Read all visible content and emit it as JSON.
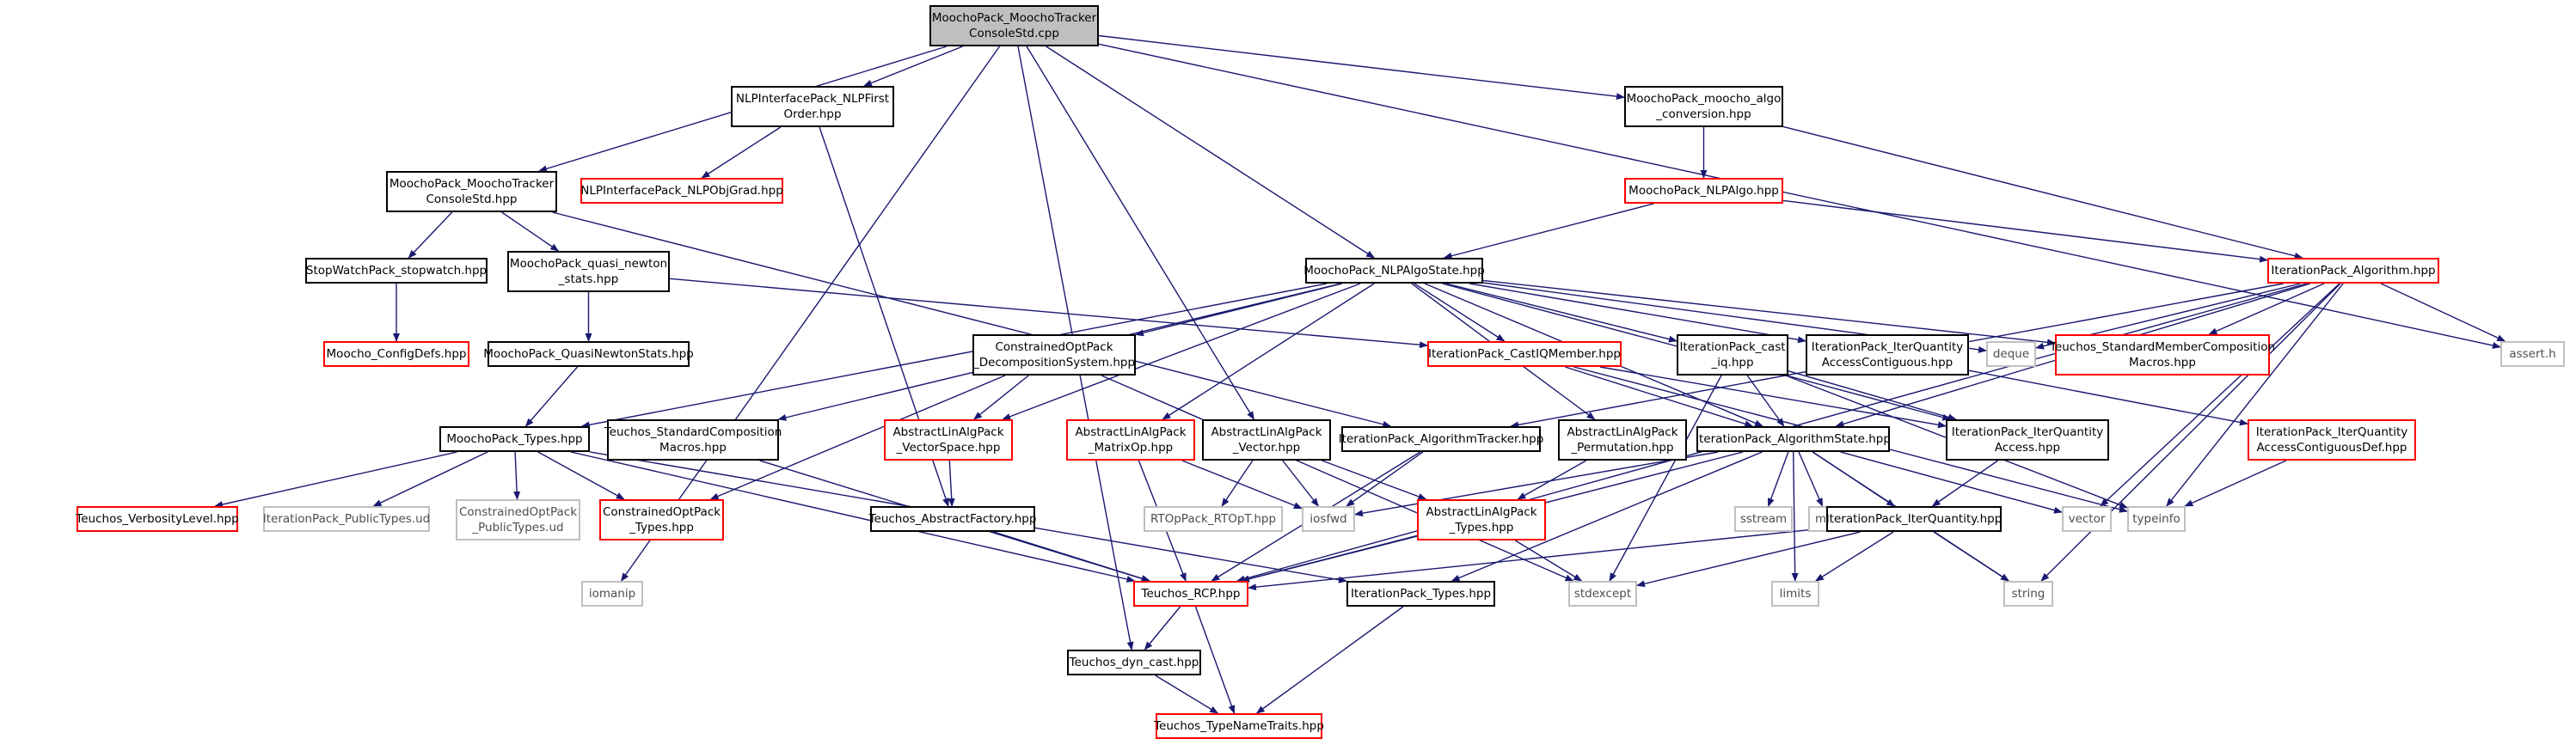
{
  "colors": {
    "edge": "#191970",
    "node_border": "#000000",
    "undocumented_border": "#ff0000",
    "system_border": "#bfbfbf",
    "root_fill": "#bfbfbf"
  },
  "nodes": {
    "root": {
      "lines": [
        "MoochoPack_MoochoTracker",
        "ConsoleStd.cpp"
      ]
    },
    "nlp_first_order": {
      "lines": [
        "NLPInterfacePack_NLPFirst",
        "Order.hpp"
      ]
    },
    "moocho_algo_conv": {
      "lines": [
        "MoochoPack_moocho_algo",
        "_conversion.hpp"
      ]
    },
    "tracker_hpp": {
      "lines": [
        "MoochoPack_MoochoTracker",
        "ConsoleStd.hpp"
      ]
    },
    "nlp_objgrad": {
      "lines": [
        "NLPInterfacePack_NLPObjGrad.hpp"
      ]
    },
    "nlp_algo": {
      "lines": [
        "MoochoPack_NLPAlgo.hpp"
      ]
    },
    "stopwatch": {
      "lines": [
        "StopWatchPack_stopwatch.hpp"
      ]
    },
    "quasi_newton_stats": {
      "lines": [
        "MoochoPack_quasi_newton",
        "_stats.hpp"
      ]
    },
    "nlp_algo_state": {
      "lines": [
        "MoochoPack_NLPAlgoState.hpp"
      ]
    },
    "iter_algorithm": {
      "lines": [
        "IterationPack_Algorithm.hpp"
      ]
    },
    "config_defs": {
      "lines": [
        "Moocho_ConfigDefs.hpp"
      ]
    },
    "quasi_newton_stats_cls": {
      "lines": [
        "MoochoPack_QuasiNewtonStats.hpp"
      ]
    },
    "constrained_decomp": {
      "lines": [
        "ConstrainedOptPack",
        "_DecompositionSystem.hpp"
      ]
    },
    "cast_iq_member": {
      "lines": [
        "IterationPack_CastIQMember.hpp"
      ]
    },
    "cast_iq": {
      "lines": [
        "IterationPack_cast",
        "_iq.hpp"
      ]
    },
    "iq_access_contig": {
      "lines": [
        "IterationPack_IterQuantity",
        "AccessContiguous.hpp"
      ]
    },
    "deque": {
      "lines": [
        "deque"
      ]
    },
    "std_member_comp": {
      "lines": [
        "Teuchos_StandardMemberComposition",
        "Macros.hpp"
      ]
    },
    "assert_h": {
      "lines": [
        "assert.h"
      ]
    },
    "moocho_types": {
      "lines": [
        "MoochoPack_Types.hpp"
      ]
    },
    "std_comp_macros": {
      "lines": [
        "Teuchos_StandardComposition",
        "Macros.hpp"
      ]
    },
    "vector_space": {
      "lines": [
        "AbstractLinAlgPack",
        "_VectorSpace.hpp"
      ]
    },
    "matrix_op": {
      "lines": [
        "AbstractLinAlgPack",
        "_MatrixOp.hpp"
      ]
    },
    "alap_vector": {
      "lines": [
        "AbstractLinAlgPack",
        "_Vector.hpp"
      ]
    },
    "algorithm_tracker": {
      "lines": [
        "IterationPack_AlgorithmTracker.hpp"
      ]
    },
    "alap_permutation": {
      "lines": [
        "AbstractLinAlgPack",
        "_Permutation.hpp"
      ]
    },
    "algorithm_state": {
      "lines": [
        "IterationPack_AlgorithmState.hpp"
      ]
    },
    "iq_access": {
      "lines": [
        "IterationPack_IterQuantity",
        "Access.hpp"
      ]
    },
    "iq_access_contig_def": {
      "lines": [
        "IterationPack_IterQuantity",
        "AccessContiguousDef.hpp"
      ]
    },
    "verbosity_level": {
      "lines": [
        "Teuchos_VerbosityLevel.hpp"
      ]
    },
    "iter_public_types": {
      "lines": [
        "IterationPack_PublicTypes.ud"
      ]
    },
    "cop_public_types": {
      "lines": [
        "ConstrainedOptPack",
        "_PublicTypes.ud"
      ]
    },
    "cop_types": {
      "lines": [
        "ConstrainedOptPack",
        "_Types.hpp"
      ]
    },
    "abstract_factory": {
      "lines": [
        "Teuchos_AbstractFactory.hpp"
      ]
    },
    "rtop_rtopt": {
      "lines": [
        "RTOpPack_RTOpT.hpp"
      ]
    },
    "iosfwd": {
      "lines": [
        "iosfwd"
      ]
    },
    "alap_types": {
      "lines": [
        "AbstractLinAlgPack",
        "_Types.hpp"
      ]
    },
    "sstream": {
      "lines": [
        "sstream"
      ]
    },
    "map": {
      "lines": [
        "map"
      ]
    },
    "iter_quantity": {
      "lines": [
        "IterationPack_IterQuantity.hpp"
      ]
    },
    "vector": {
      "lines": [
        "vector"
      ]
    },
    "typeinfo": {
      "lines": [
        "typeinfo"
      ]
    },
    "iomanip": {
      "lines": [
        "iomanip"
      ]
    },
    "rcp": {
      "lines": [
        "Teuchos_RCP.hpp"
      ]
    },
    "iter_types": {
      "lines": [
        "IterationPack_Types.hpp"
      ]
    },
    "stdexcept": {
      "lines": [
        "stdexcept"
      ]
    },
    "limits": {
      "lines": [
        "limits"
      ]
    },
    "string": {
      "lines": [
        "string"
      ]
    },
    "dyn_cast": {
      "lines": [
        "Teuchos_dyn_cast.hpp"
      ]
    },
    "type_name_traits": {
      "lines": [
        "Teuchos_TypeNameTraits.hpp"
      ]
    }
  }
}
